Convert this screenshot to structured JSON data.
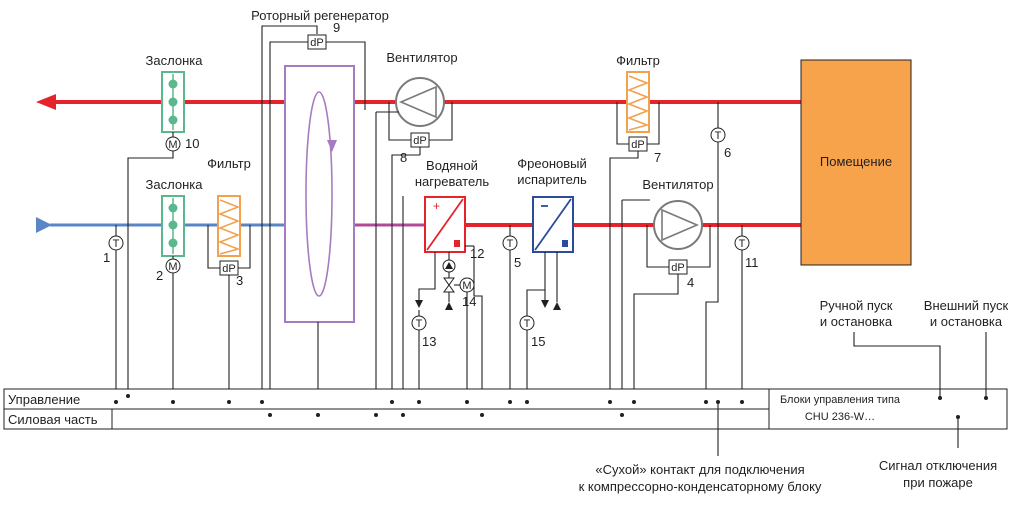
{
  "labels": {
    "rotor": "Роторный регенератор",
    "damper_top": "Заслонка",
    "damper_bottom": "Заслонка",
    "filter_left": "Фильтр",
    "filter_right": "Фильтр",
    "fan_top": "Вентилятор",
    "fan_bottom": "Вентилятор",
    "water_heater_1": "Водяной",
    "water_heater_2": "нагреватель",
    "evaporator_1": "Фреоновый",
    "evaporator_2": "испаритель",
    "room": "Помещение",
    "manual_1": "Ручной пуск",
    "manual_2": "и остановка",
    "external_1": "Внешний пуск",
    "external_2": "и остановка",
    "fire_1": "Сигнал отключения",
    "fire_2": "при пожаре",
    "dry_1": "«Сухой» контакт для подключения",
    "dry_2": "к компрессорно-конденсаторному блоку"
  },
  "control_panel": {
    "control_row": "Управление",
    "power_row": "Силовая часть",
    "units_1": "Блоки управления типа",
    "units_2": "CHU 236-W…"
  },
  "glyphs": {
    "dp": "dP",
    "t": "T",
    "m": "M"
  },
  "numbers": {
    "n1": "1",
    "n2": "2",
    "n3": "3",
    "n4": "4",
    "n5": "5",
    "n6": "6",
    "n7": "7",
    "n8": "8",
    "n9": "9",
    "n10": "10",
    "n11": "11",
    "n12": "12",
    "n13": "13",
    "n14": "14",
    "n15": "15"
  },
  "colors": {
    "exhaust_air": "#e5232a",
    "supply_air_in": "#5b86c6",
    "supply_air_mid": "#b24a9a",
    "damper": "#5bb88e",
    "filter": "#f3a14e",
    "rotor": "#a57cc0",
    "heater": "#e5232a",
    "evaporator": "#2b4b9b",
    "room": "#f6a34b"
  }
}
